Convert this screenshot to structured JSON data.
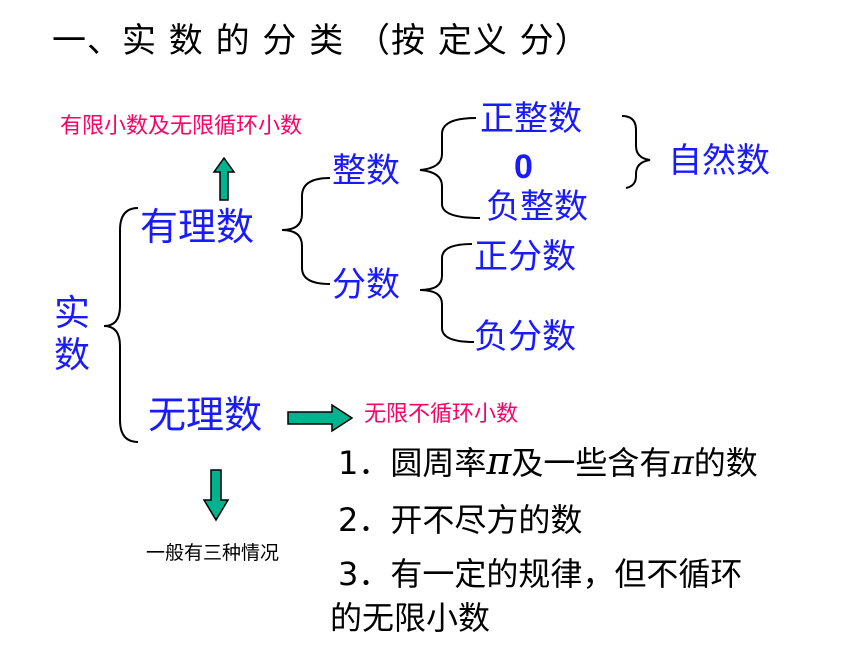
{
  "title": "一、实 数 的 分 类 （按 定义 分）",
  "colors": {
    "blue": "#1a1aff",
    "pink": "#ff0066",
    "black": "#000000",
    "arrow_fill": "#00b38f",
    "arrow_outline": "#000000"
  },
  "nodes": {
    "root_char1": "实",
    "root_char2": "数",
    "rational": "有理数",
    "irrational": "无理数",
    "integer": "整数",
    "fraction": "分数",
    "positive_integer": "正整数",
    "zero": "0",
    "negative_integer": "负整数",
    "natural_numbers": "自然数",
    "positive_fraction": "正分数",
    "negative_fraction": "负分数"
  },
  "annotations": {
    "rational_note": "有限小数及无限循环小数",
    "irrational_note": "无限不循环小数",
    "three_cases": "一般有三种情况"
  },
  "cases": {
    "c1_num": "1．",
    "c1_text_a": "圆周率",
    "c1_pi": "π",
    "c1_text_b": "及一些含有",
    "c1_pi2": "π",
    "c1_text_c": "的数",
    "c2": "2．开不尽方的数",
    "c3_line1": "3．有一定的规律，但不循环",
    "c3_line2": "的无限小数"
  },
  "icons": [
    "up-arrow-icon",
    "right-arrow-icon",
    "down-arrow-icon"
  ]
}
